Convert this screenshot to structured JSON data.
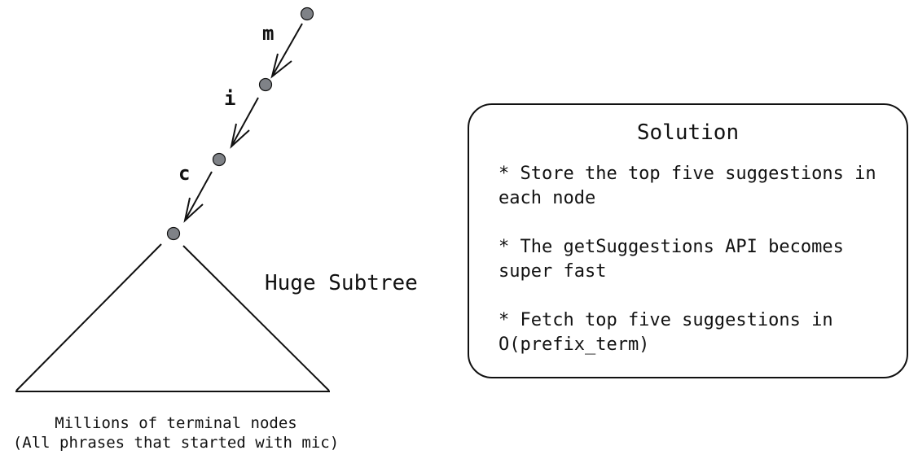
{
  "trie": {
    "edges": [
      "m",
      "i",
      "c"
    ],
    "subtree_label": "Huge Subtree",
    "caption_line1": "Millions of terminal nodes",
    "caption_line2": "(All phrases that started with mic)"
  },
  "solution": {
    "title": "Solution",
    "points": [
      "* Store the top five suggestions in each node",
      "* The getSuggestions API becomes super fast",
      "* Fetch top five suggestions in O(prefix_term)"
    ]
  },
  "colors": {
    "node_fill": "#7f8287",
    "stroke": "#111111"
  }
}
